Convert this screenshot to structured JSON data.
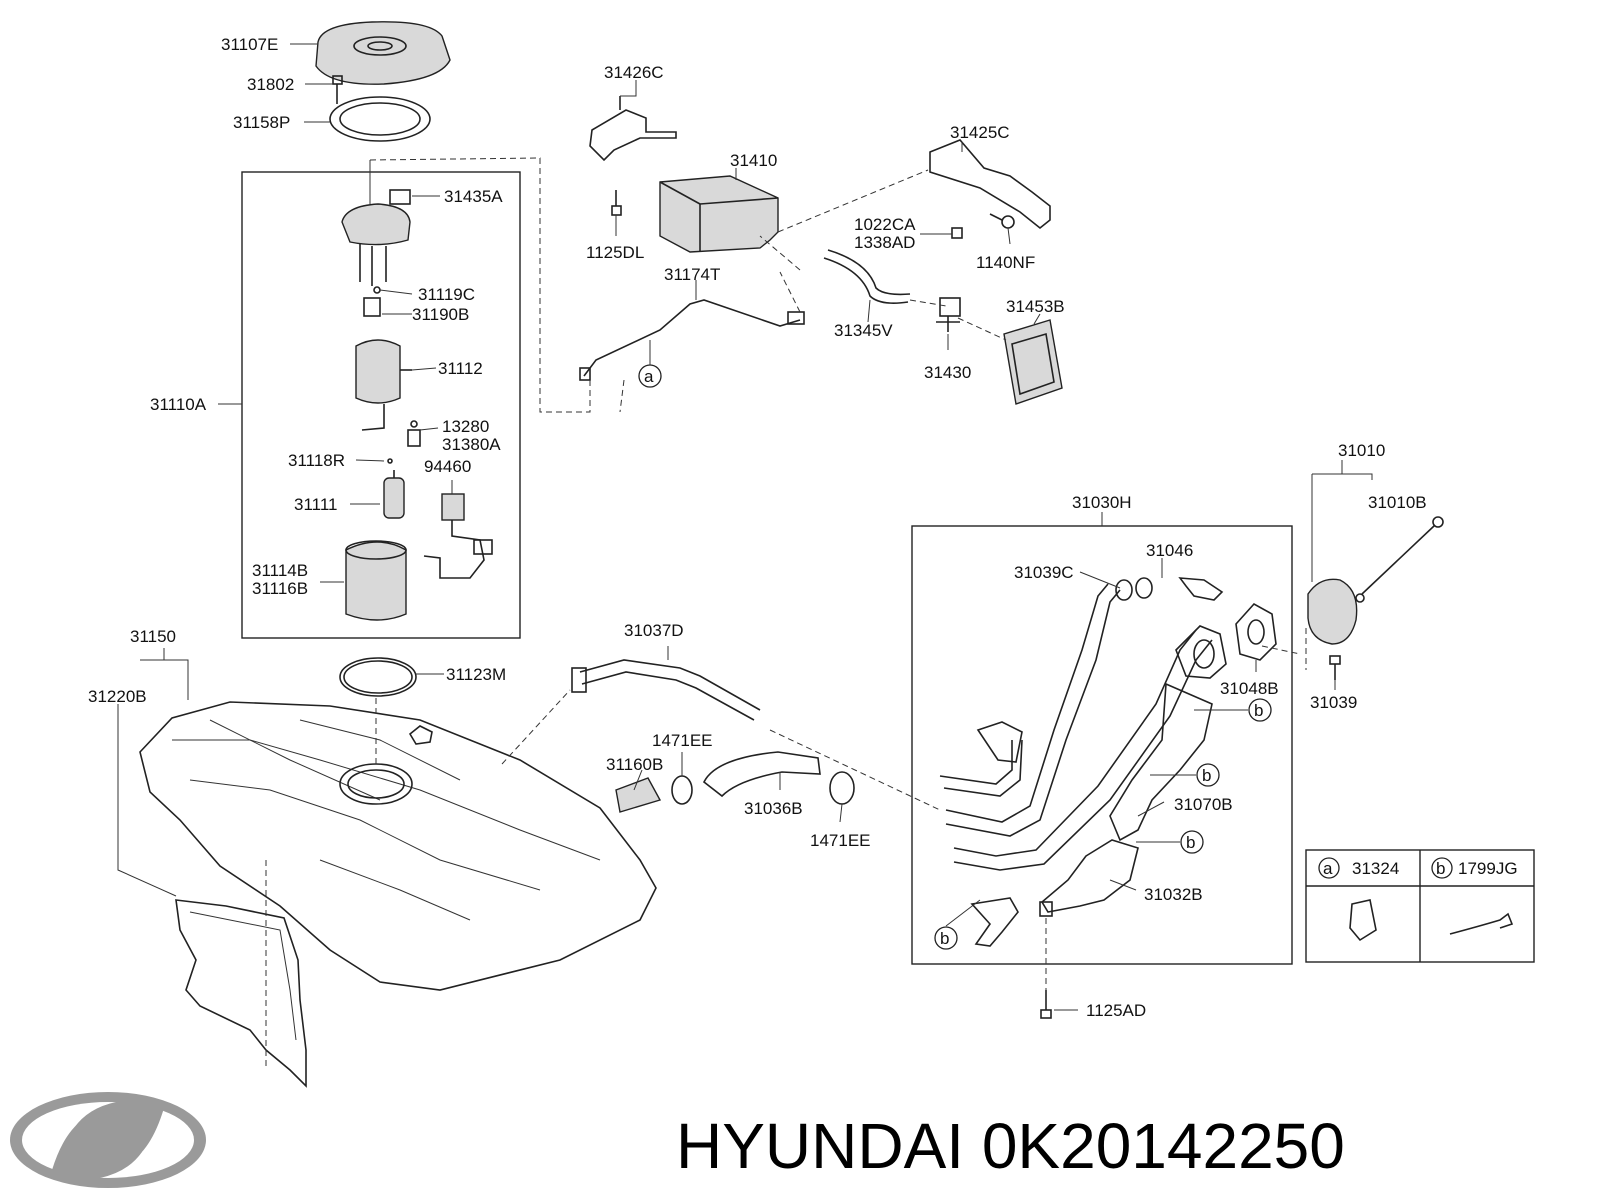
{
  "part_labels": {
    "p31107E": "31107E",
    "p31802": "31802",
    "p31158P": "31158P",
    "p31435A": "31435A",
    "p31119C": "31119C",
    "p31190B": "31190B",
    "p31112": "31112",
    "p31110A": "31110A",
    "p13280": "13280",
    "p31380A": "31380A",
    "p31118R": "31118R",
    "p94460": "94460",
    "p31111": "31111",
    "p31114B": "31114B",
    "p31116B": "31116B",
    "p31426C": "31426C",
    "p31410": "31410",
    "p31425C": "31425C",
    "p1125DL": "1125DL",
    "p1022CA": "1022CA",
    "p1338AD": "1338AD",
    "p1140NF": "1140NF",
    "p31174T": "31174T",
    "p31453B": "31453B",
    "p31345V": "31345V",
    "p31430": "31430",
    "p31010": "31010",
    "p31010B": "31010B",
    "p31030H": "31030H",
    "p31046": "31046",
    "p31039C": "31039C",
    "p31048B": "31048B",
    "p31039": "31039",
    "p31070B": "31070B",
    "p31032B": "31032B",
    "p1125AD": "1125AD",
    "p31150": "31150",
    "p31220B": "31220B",
    "p31123M": "31123M",
    "p31037D": "31037D",
    "p1471EE_top": "1471EE",
    "p31160B": "31160B",
    "p31036B": "31036B",
    "p1471EE_bottom": "1471EE"
  },
  "callout_letters": {
    "a": "a",
    "b": "b"
  },
  "legend": {
    "a_letter": "a",
    "a_part": "31324",
    "b_letter": "b",
    "b_part": "1799JG"
  },
  "brand": {
    "logo": "hyundai-logo",
    "text": "HYUNDAI 0K20142250"
  }
}
